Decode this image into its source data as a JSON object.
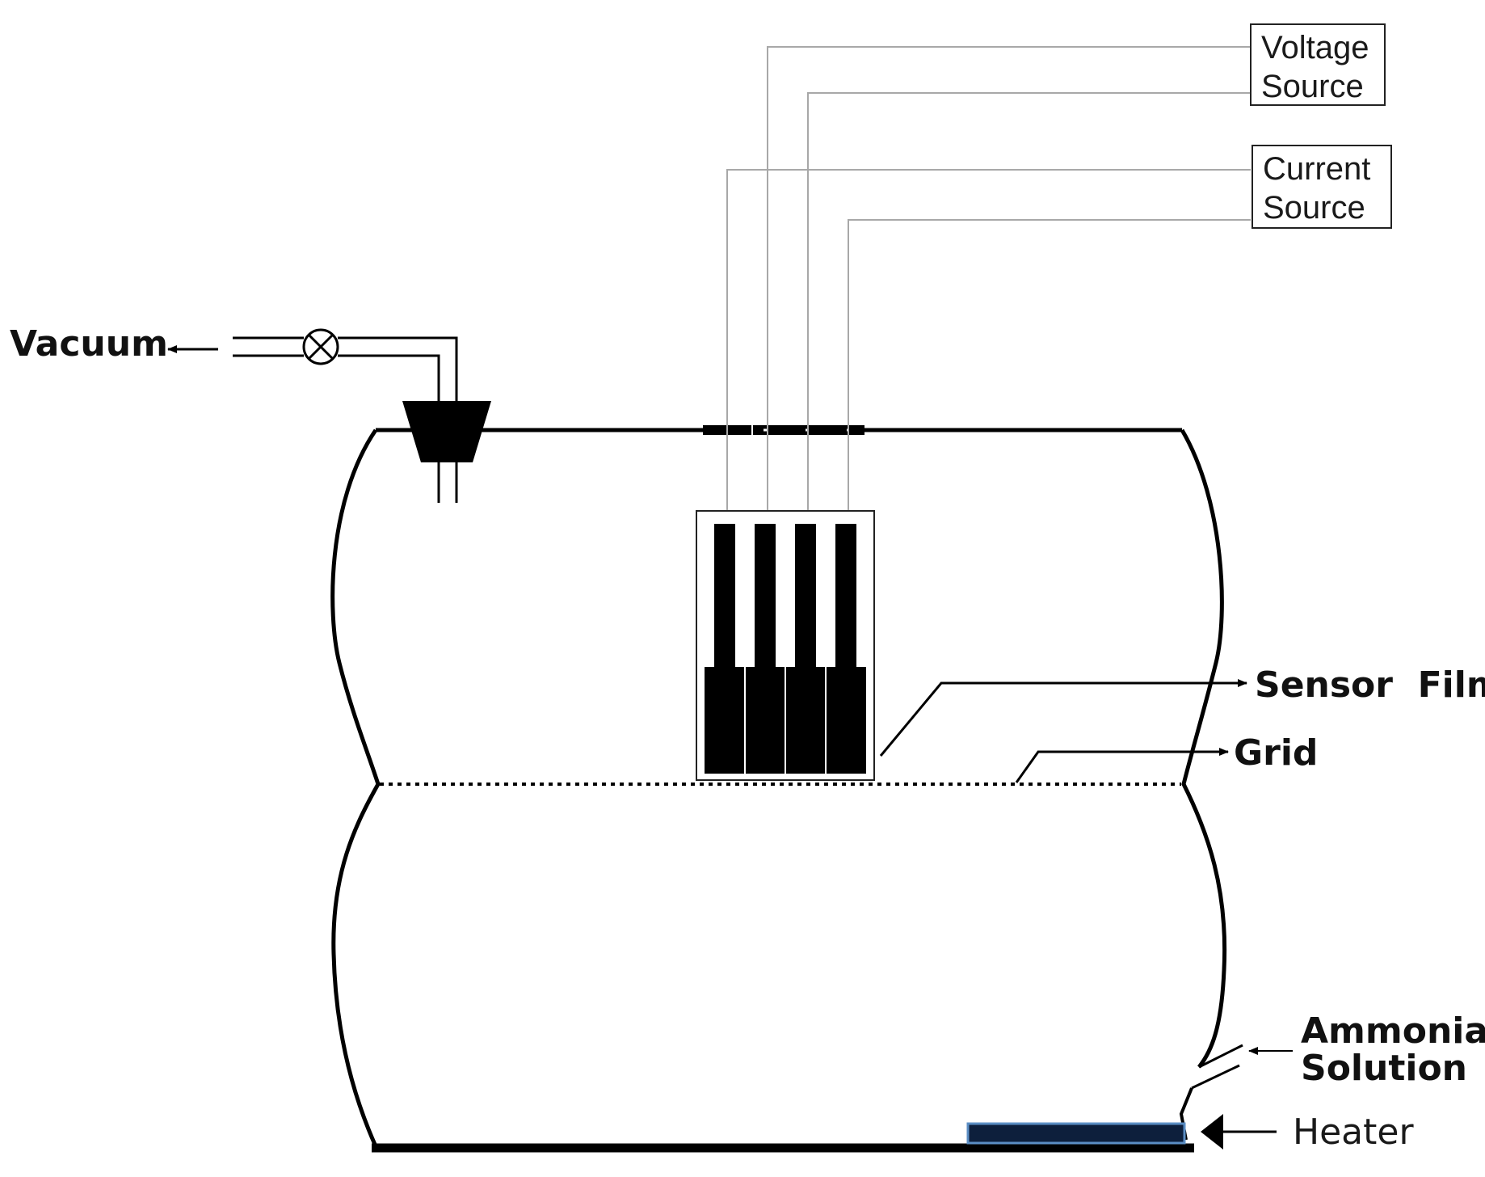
{
  "labels": {
    "vacuum": "Vacuum",
    "voltage_source_line1": "Voltage",
    "voltage_source_line2": "Source",
    "current_source_line1": "Current",
    "current_source_line2": "Source",
    "sensor_film": "Sensor  Film",
    "grid": "Grid",
    "ammonia_line1": "Ammonia",
    "ammonia_line2": "Solution",
    "heater": "Heater"
  },
  "colors": {
    "outline": "#000000",
    "wire": "#a8a8a8",
    "heater_border": "#5b8ec4",
    "heater_fill": "#0d1f3c"
  }
}
